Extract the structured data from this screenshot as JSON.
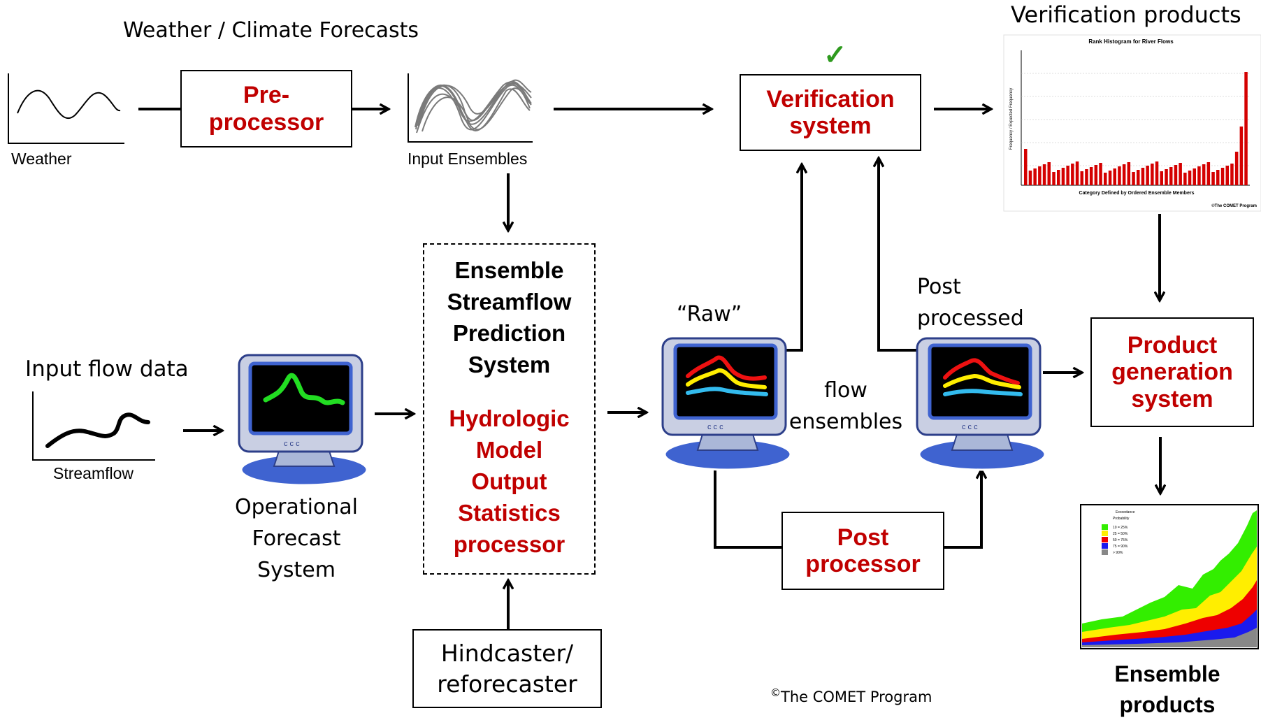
{
  "titles": {
    "weather_climate": "Weather / Climate Forecasts",
    "verification_products": "Verification products"
  },
  "labels": {
    "weather": "Weather",
    "input_ensembles": "Input Ensembles",
    "input_flow_data": "Input flow data",
    "streamflow": "Streamflow",
    "operational_forecast": [
      "Operational",
      "Forecast",
      "System"
    ],
    "raw": "“Raw”",
    "post_processed": [
      "Post",
      "processed"
    ],
    "flow_ensembles": [
      "flow",
      "ensembles"
    ],
    "ensemble_products": [
      "Ensemble",
      "products"
    ],
    "copyright_symbol": "©",
    "copyright_text": "The COMET Program"
  },
  "boxes": {
    "preprocessor": [
      "Pre-",
      "processor"
    ],
    "verification": [
      "Verification",
      "system"
    ],
    "esp_black": [
      "Ensemble",
      "Streamflow",
      "Prediction",
      "System"
    ],
    "esp_red": [
      "Hydrologic",
      "Model",
      "Output",
      "Statistics",
      "processor"
    ],
    "hindcaster": [
      "Hindcaster/",
      "reforecaster"
    ],
    "postprocessor": [
      "Post",
      "processor"
    ],
    "product_generation": [
      "Product",
      "generation",
      "system"
    ]
  },
  "histogram_thumb": {
    "title": "Rank Histogram for River Flows",
    "xlabel": "Category Defined by Ordered Ensemble Members",
    "ylabel": "Frequency / Expected Frequency",
    "credit": "©The COMET Program",
    "bar_color": "#d40000"
  },
  "ensemble_thumb": {
    "legend_title": [
      "Exceedance",
      "Probability"
    ],
    "legend_items": [
      {
        "label": "10 = 25%",
        "color": "#33ee00"
      },
      {
        "label": "25 = 50%",
        "color": "#ffee00"
      },
      {
        "label": "50 = 75%",
        "color": "#ee0000"
      },
      {
        "label": "75 = 90%",
        "color": "#1a1aee"
      },
      {
        "label": "> 90%",
        "color": "#888888"
      }
    ]
  },
  "colors": {
    "accent_red": "#c00000",
    "check_green": "#2e9a1e",
    "monitor_blue": "#4a6fd6"
  },
  "icons": {
    "check": "✓"
  }
}
